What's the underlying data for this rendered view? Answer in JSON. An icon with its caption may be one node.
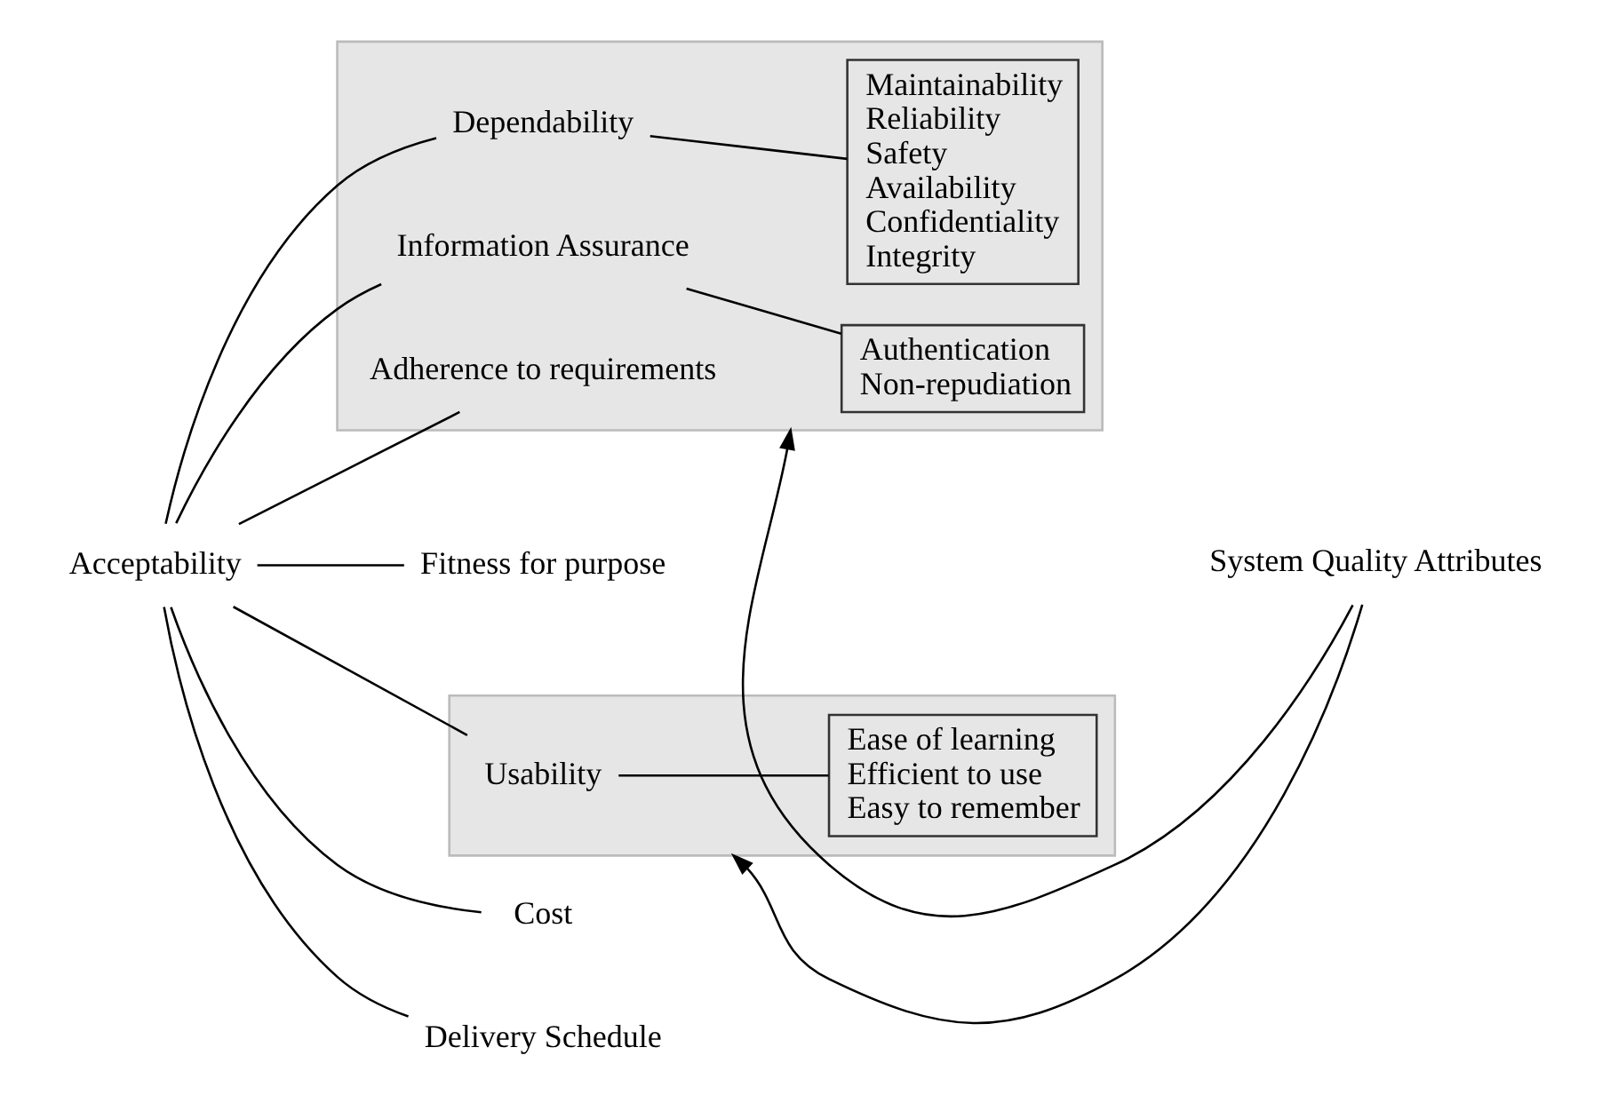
{
  "diagram": {
    "nodes": [
      {
        "text": [
          "Acceptability"
        ]
      },
      {
        "text": [],
        "shape": "box"
      },
      {
        "text": [
          "Dependability"
        ],
        "in": 1
      },
      {
        "text": [
          "Maintainability",
          "Reliability",
          "Safety",
          "Availability",
          "Confidentiality",
          "Integrity"
        ],
        "in": 1
      },
      {
        "text": [
          "Information Assurance"
        ],
        "in": 1
      },
      {
        "text": [
          "Authentication",
          "Non-repudiation"
        ],
        "in": 1
      },
      {
        "text": [
          "Adherence to requirements"
        ],
        "in": 1
      },
      {
        "text": [
          "Fitness for purpose"
        ]
      },
      {
        "text": [],
        "shape": "box"
      },
      {
        "text": [
          "Usability"
        ],
        "in": 8
      },
      {
        "text": [
          "Ease of learning",
          "Efficient to use",
          "Easy to remember"
        ],
        "in": 8
      },
      {
        "text": [
          "Cost"
        ]
      },
      {
        "text": [
          "Delivery Schedule"
        ]
      },
      {
        "text": [
          "System Quality Attributes"
        ]
      }
    ],
    "edges": [
      {
        "from": 0,
        "to": 2,
        "arrow": "none"
      },
      {
        "from": 0,
        "to": 4,
        "arrow": "none"
      },
      {
        "from": 0,
        "to": 6,
        "arrow": "none"
      },
      {
        "from": 0,
        "to": 7,
        "arrow": "none"
      },
      {
        "from": 0,
        "to": 9,
        "arrow": "none"
      },
      {
        "from": 0,
        "to": 11,
        "arrow": "none"
      },
      {
        "from": 0,
        "to": 12,
        "arrow": "none"
      },
      {
        "from": 2,
        "to": 3,
        "arrow": "none"
      },
      {
        "from": 4,
        "to": 5,
        "arrow": "none"
      },
      {
        "from": 9,
        "to": 10,
        "arrow": "none"
      },
      {
        "from": 13,
        "to": 1,
        "arrow": "to"
      },
      {
        "from": 13,
        "to": 8,
        "arrow": "to"
      }
    ]
  }
}
